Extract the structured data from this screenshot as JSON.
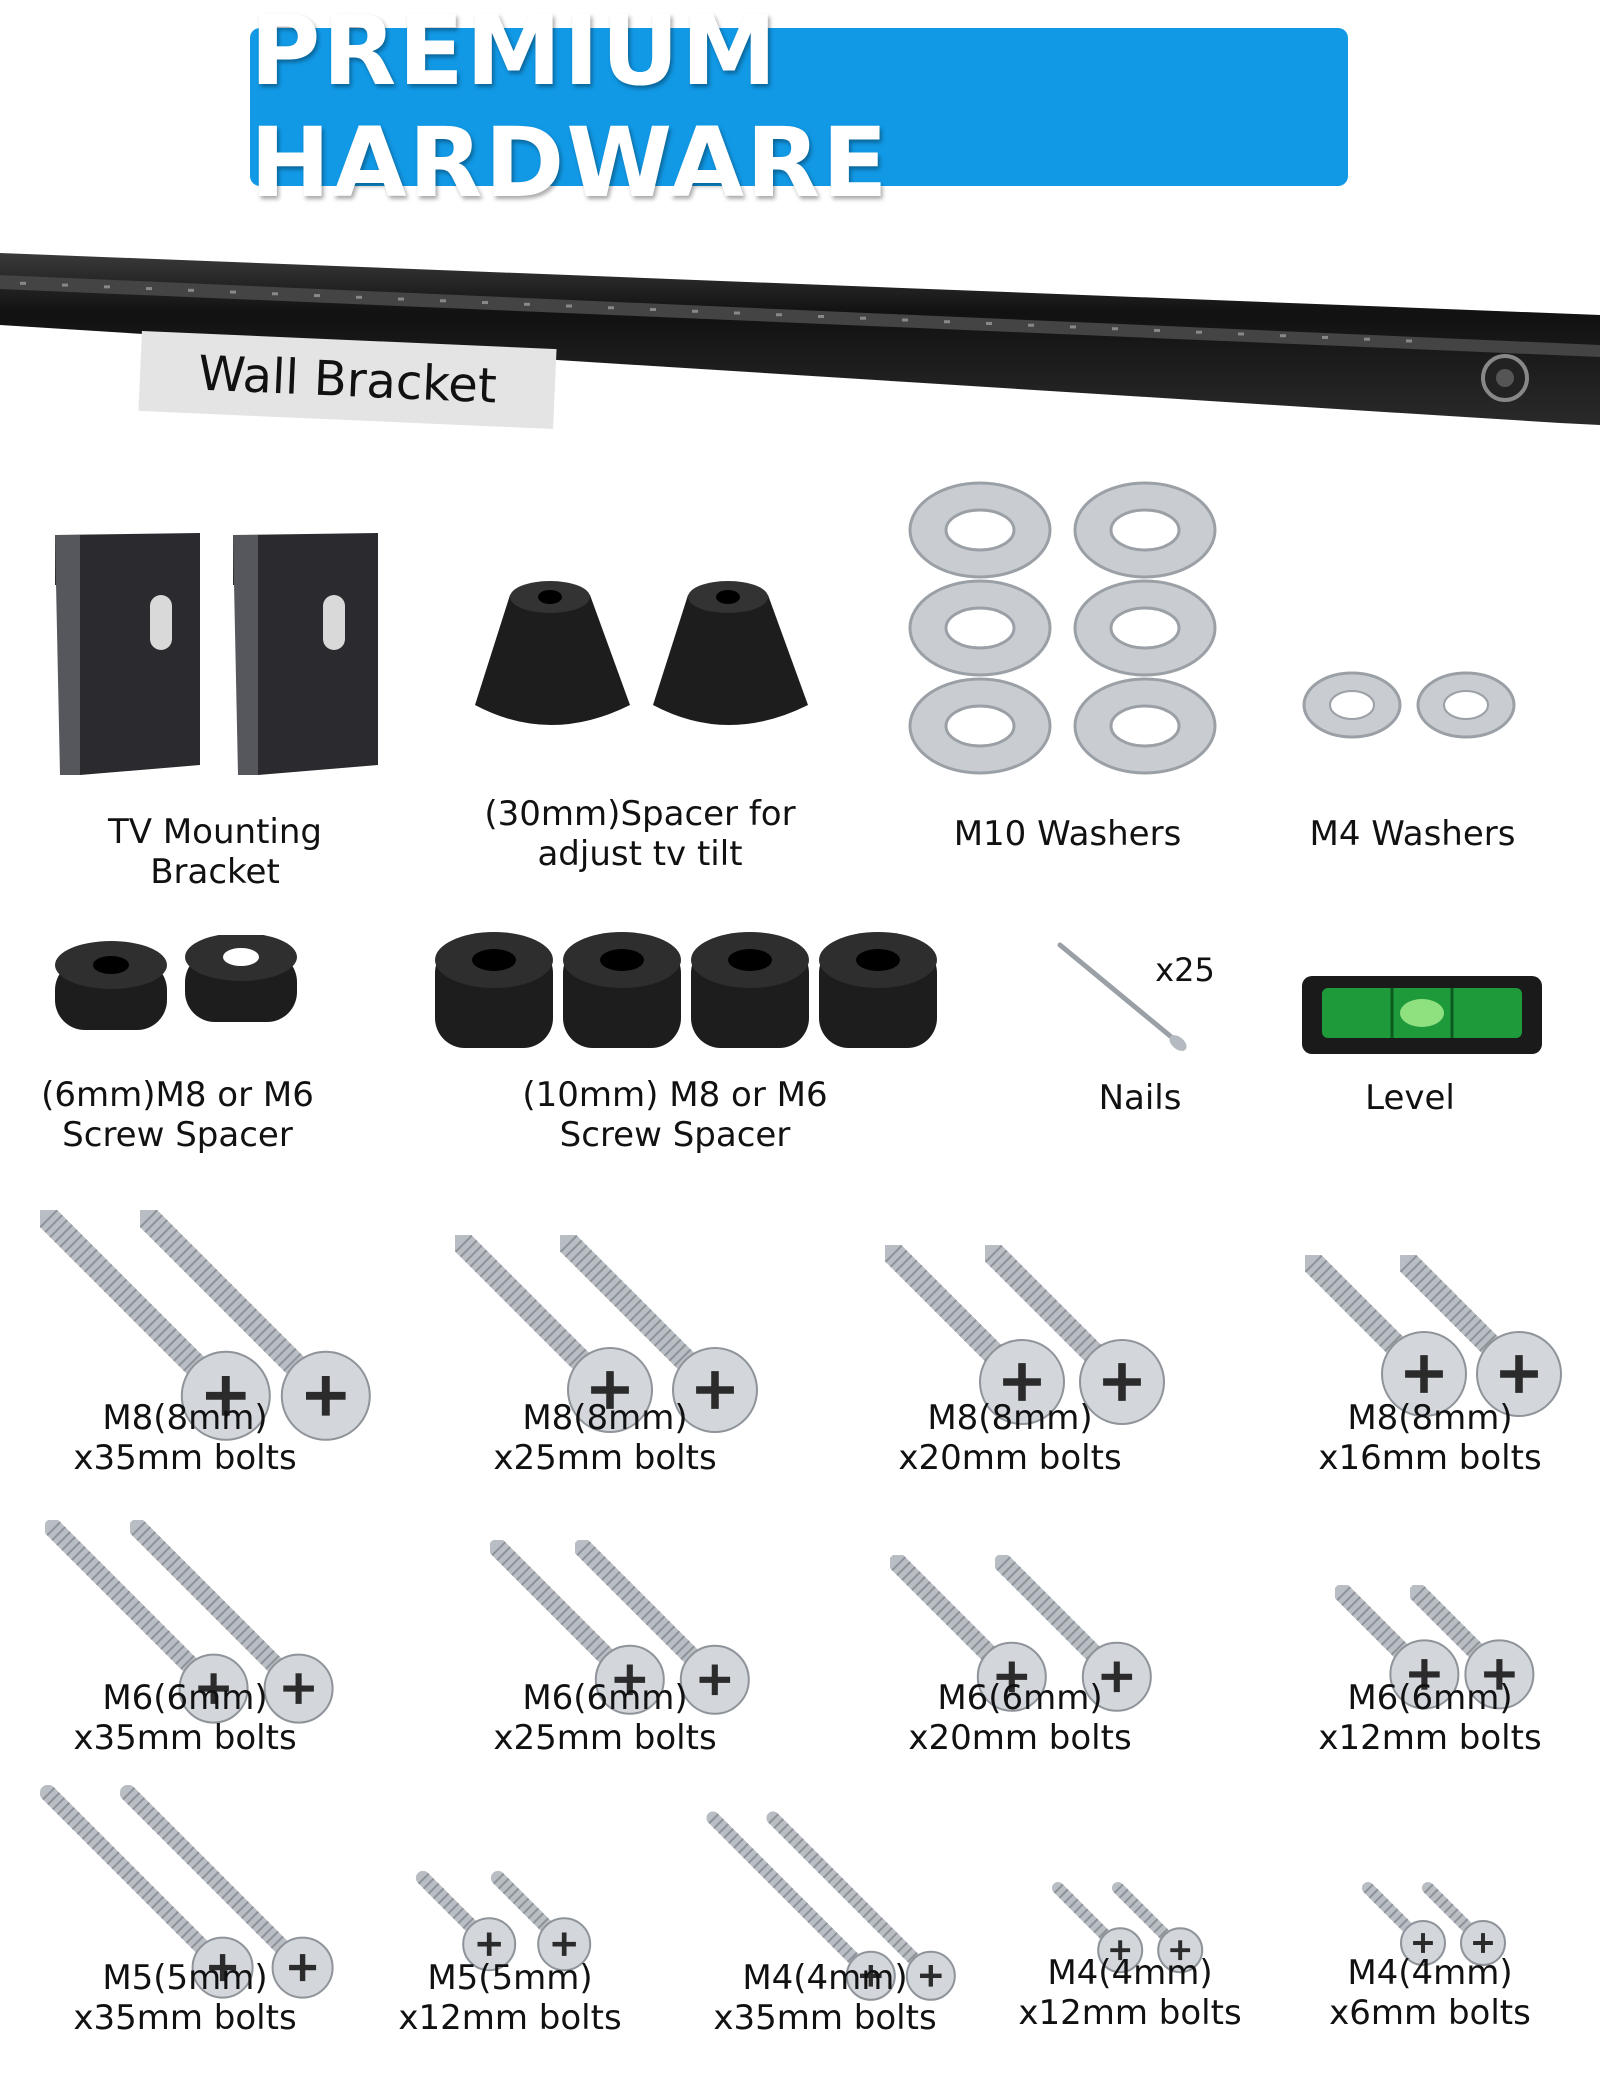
{
  "banner": {
    "title": "PREMIUM HARDWARE"
  },
  "wall_bracket": {
    "label": "Wall Bracket"
  },
  "row1": [
    {
      "label": "TV Mounting Bracket"
    },
    {
      "label": "(30mm)Spacer for\nadjust tv tilt"
    },
    {
      "label": "M10 Washers"
    },
    {
      "label": "M4 Washers"
    }
  ],
  "row2": [
    {
      "label": "(6mm)M8 or M6\nScrew Spacer"
    },
    {
      "label": "(10mm) M8 or M6\nScrew Spacer"
    },
    {
      "label": "Nails",
      "quantity": "x25"
    },
    {
      "label": "Level"
    }
  ],
  "bolts_m8": [
    {
      "label": "M8(8mm)\nx35mm bolts"
    },
    {
      "label": "M8(8mm)\nx25mm bolts"
    },
    {
      "label": "M8(8mm)\nx20mm bolts"
    },
    {
      "label": "M8(8mm)\nx16mm bolts"
    }
  ],
  "bolts_m6": [
    {
      "label": "M6(6mm)\nx35mm bolts"
    },
    {
      "label": "M6(6mm)\nx25mm bolts"
    },
    {
      "label": "M6(6mm)\nx20mm bolts"
    },
    {
      "label": "M6(6mm)\nx12mm bolts"
    }
  ],
  "bolts_m5_m4": [
    {
      "label": "M5(5mm)\nx35mm bolts"
    },
    {
      "label": "M5(5mm)\nx12mm bolts"
    },
    {
      "label": "M4(4mm)\nx35mm bolts"
    },
    {
      "label": "M4(4mm)\nx12mm bolts"
    },
    {
      "label": "M4(4mm)\nx6mm bolts"
    }
  ],
  "colors": {
    "banner": "#1199e6",
    "rail": "#1a1a1a",
    "steel": "#c9cdd2",
    "rubber": "#1d1d1d",
    "level_liquid": "#1f9a3a"
  }
}
